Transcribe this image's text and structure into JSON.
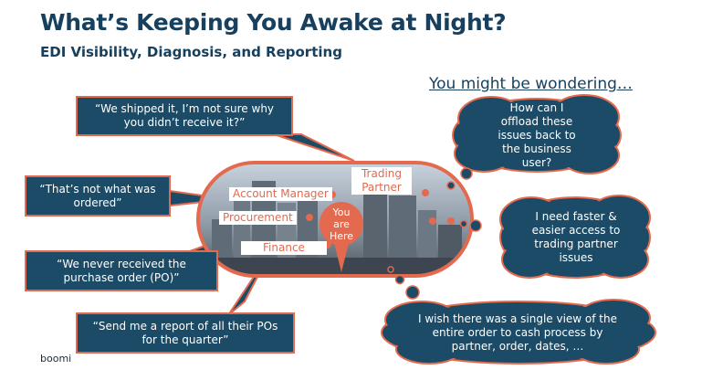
{
  "title": "What’s Keeping You Awake at Night?",
  "subtitle": "EDI Visibility, Diagnosis, and Reporting",
  "wondering": "You might be wondering…",
  "speech": [
    {
      "text": "“We shipped it, I’m not sure why you didn’t receive it?”"
    },
    {
      "text": "“That’s not what was ordered”"
    },
    {
      "text": "“We never received the purchase order (PO)”"
    },
    {
      "text": "“Send me a report of all their POs for the quarter”"
    }
  ],
  "thoughts": [
    {
      "text": "How can I offload these issues back to the business user?"
    },
    {
      "text": "I need faster & easier access to trading partner issues"
    },
    {
      "text": "I wish there was a single view of the entire order to cash process by partner, order, dates, …"
    }
  ],
  "roles": {
    "account_manager": "Account Manager",
    "trading_partner": "Trading Partner",
    "procurement": "Procurement",
    "finance": "Finance",
    "you_are_here": "You are Here"
  },
  "brand": "boomi",
  "colors": {
    "navy": "#1b4b66",
    "accent": "#e36a4e",
    "title": "#17405e"
  }
}
